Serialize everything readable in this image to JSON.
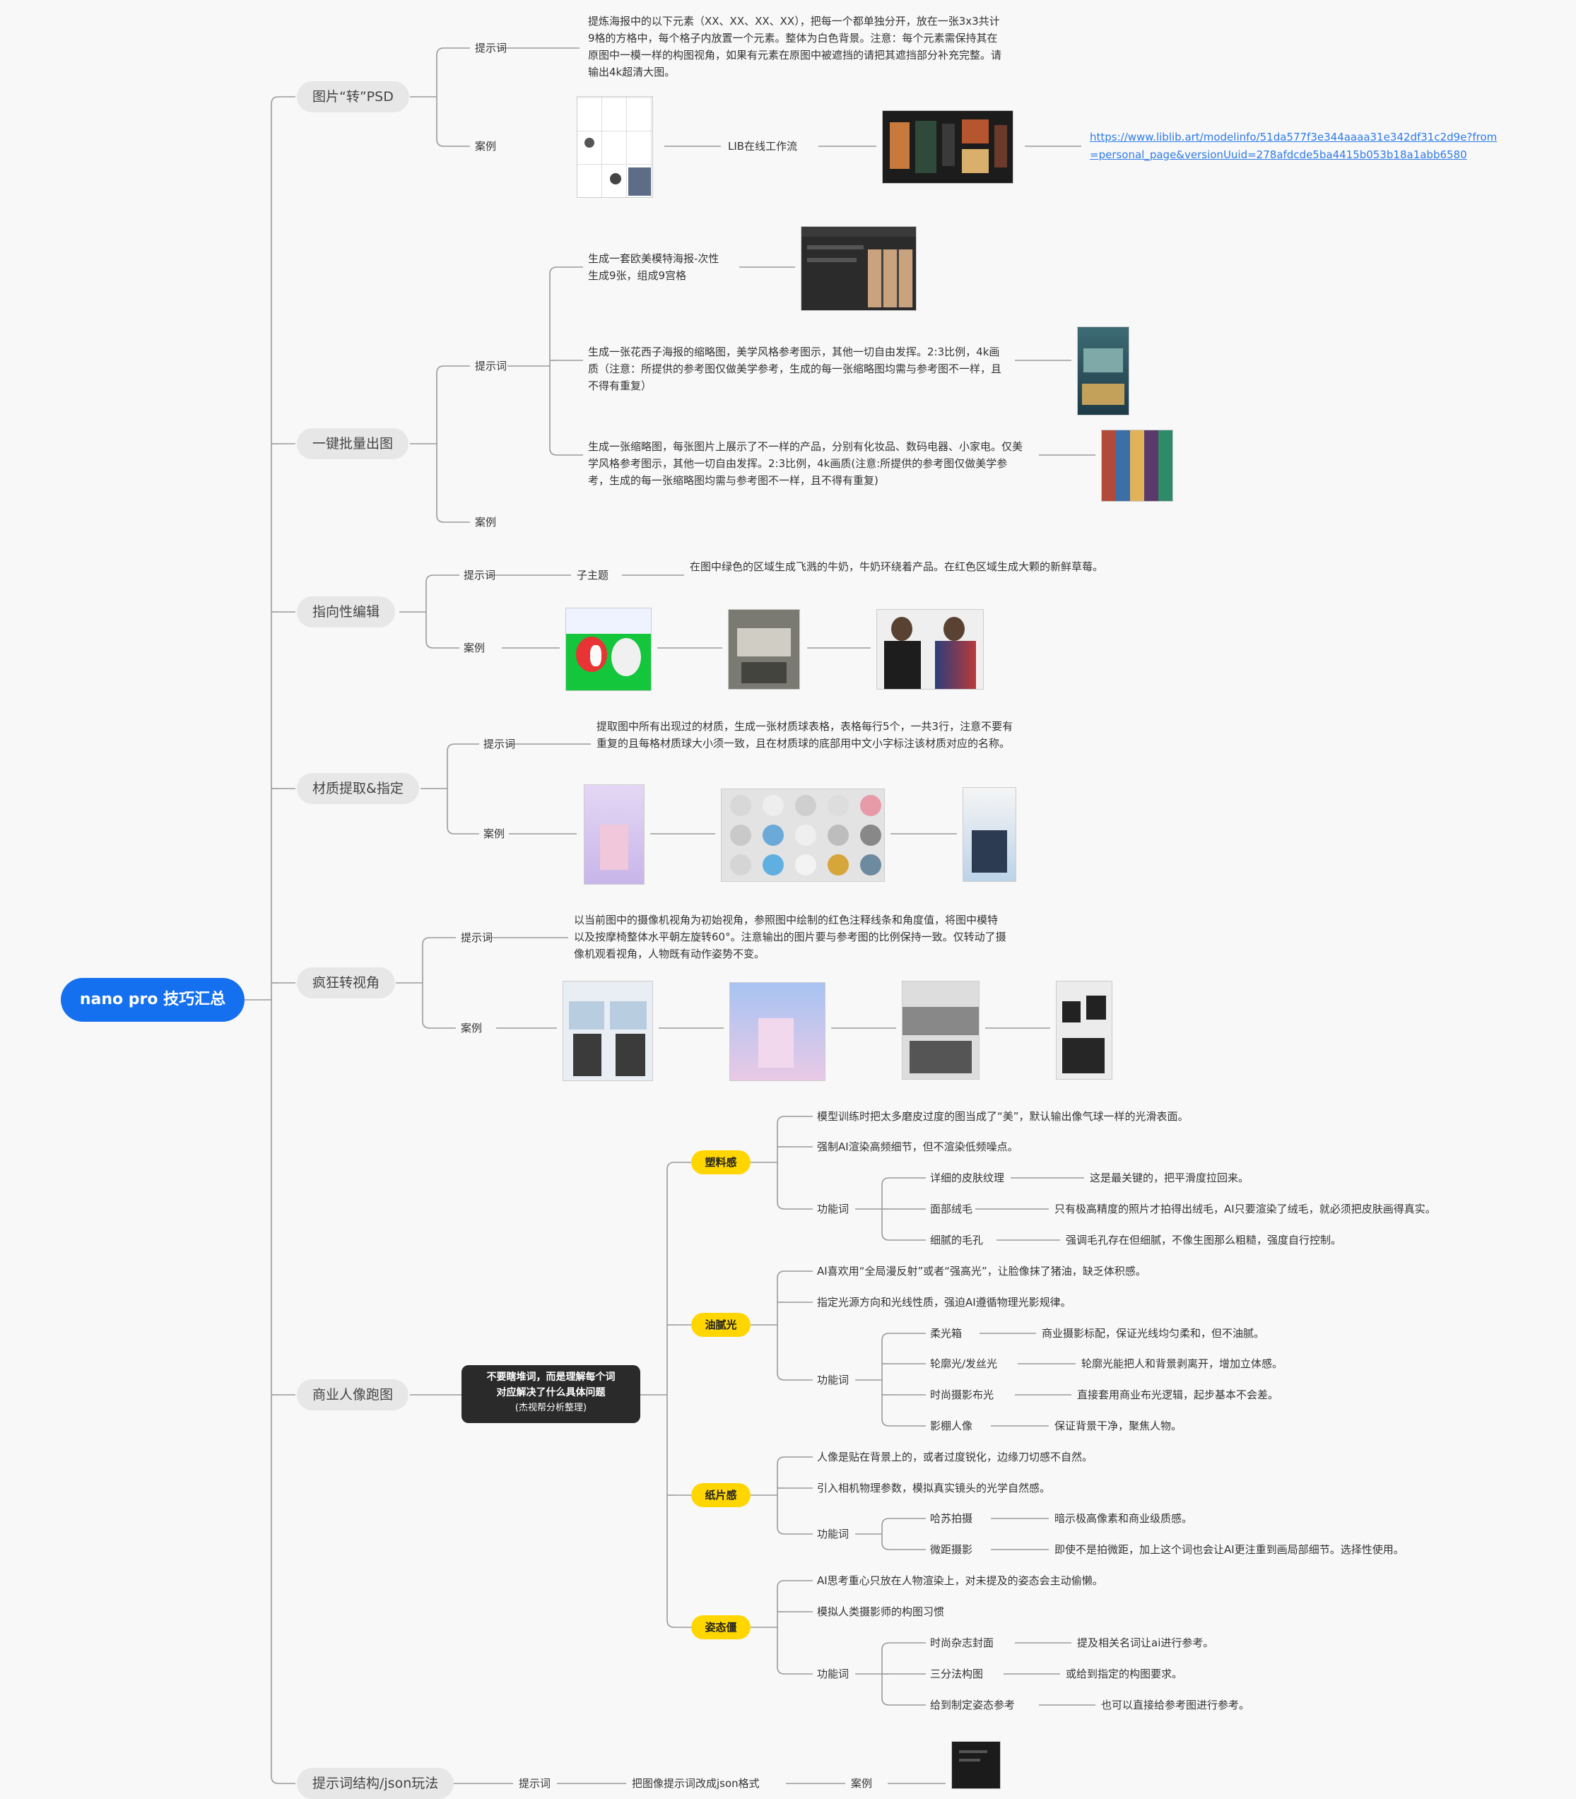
{
  "root": "nano pro 技巧汇总",
  "common": {
    "prompt": "提示词",
    "case": "案例",
    "func": "功能词"
  },
  "branches": {
    "b1": {
      "label": "图片“转”PSD",
      "prompt_text": "提炼海报中的以下元素（XX、XX、XX、XX），把每一个都单独分开，放在一张3x3共计9格的方格中，每个格子内放置一个元素。整体为白色背景。注意：每个元素需保持其在原图中一模一样的构图视角，如果有元素在原图中被遮挡的请把其遮挡部分补充完整。请输出4k超清大图。",
      "workflow": "LIB在线工作流",
      "link": "https://www.liblib.art/modelinfo/51da577f3e344aaaa31e342df31c2d9e?from=personal_page&versionUuid=278afdcde5ba4415b053b18a1abb6580"
    },
    "b2": {
      "label": "一键批量出图",
      "p1": "生成一套欧美模特海报-次性生成9张，组成9宫格",
      "p2": "生成一张花西子海报的缩略图，美学风格参考图示，其他一切自由发挥。2:3比例，4k画质（注意：所提供的参考图仅做美学参考，生成的每一张缩略图均需与参考图不一样，且不得有重复）",
      "p3": "生成一张缩略图，每张图片上展示了不一样的产品，分别有化妆品、数码电器、小家电。仅美学风格参考图示，其他一切自由发挥。2:3比例，4k画质(注意:所提供的参考图仅做美学参考，生成的每一张缩略图均需与参考图不一样，且不得有重复)"
    },
    "b3": {
      "label": "指向性编辑",
      "sub": "子主题",
      "prompt_text": "在图中绿色的区域生成飞溅的牛奶，牛奶环绕着产品。在红色区域生成大颗的新鲜草莓。"
    },
    "b4": {
      "label": "材质提取&指定",
      "prompt_text": "提取图中所有出现过的材质，生成一张材质球表格，表格每行5个，一共3行，注意不要有重复的且每格材质球大小须一致，且在材质球的底部用中文小字标注该材质对应的名称。"
    },
    "b5": {
      "label": "疯狂转视角",
      "prompt_text": "以当前图中的摄像机视角为初始视角，参照图中绘制的红色注释线条和角度值，将图中模特以及按摩椅整体水平朝左旋转60°。注意输出的图片要与参考图的比例保持一致。仅转动了摄像机观看视角，人物既有动作姿势不变。"
    },
    "b6": {
      "label": "商业人像跑图",
      "hub_l1": "不要瞎堆词，而是理解每个词",
      "hub_l2": "对应解决了什么具体问题",
      "hub_l3": "(杰视帮分析整理)",
      "c1": {
        "badge": "塑料感",
        "a": "模型训练时把太多磨皮过度的图当成了“美”，默认输出像气球一样的光滑表面。",
        "b": "强制AI渲染高频细节，但不渲染低频噪点。",
        "f": [
          {
            "k": "详细的皮肤纹理",
            "v": "这是最关键的，把平滑度拉回来。"
          },
          {
            "k": "面部绒毛",
            "v": "只有极高精度的照片才拍得出绒毛，AI只要渲染了绒毛，就必须把皮肤画得真实。"
          },
          {
            "k": "细腻的毛孔",
            "v": "强调毛孔存在但细腻，不像生图那么粗糙，强度自行控制。"
          }
        ]
      },
      "c2": {
        "badge": "油腻光",
        "a": "AI喜欢用“全局漫反射”或者“强高光”，让脸像抹了猪油，缺乏体积感。",
        "b": "指定光源方向和光线性质，强迫AI遵循物理光影规律。",
        "f": [
          {
            "k": "柔光箱",
            "v": "商业摄影标配，保证光线均匀柔和，但不油腻。"
          },
          {
            "k": "轮廓光/发丝光",
            "v": "轮廓光能把人和背景剥离开，增加立体感。"
          },
          {
            "k": "时尚摄影布光",
            "v": "直接套用商业布光逻辑，起步基本不会差。"
          },
          {
            "k": "影棚人像",
            "v": "保证背景干净，聚焦人物。"
          }
        ]
      },
      "c3": {
        "badge": "纸片感",
        "a": "人像是贴在背景上的，或者过度锐化，边缘刀切感不自然。",
        "b": "引入相机物理参数，模拟真实镜头的光学自然感。",
        "f": [
          {
            "k": "哈苏拍摄",
            "v": "暗示极高像素和商业级质感。"
          },
          {
            "k": "微距摄影",
            "v": "即使不是拍微距，加上这个词也会让AI更注重到画局部细节。选择性使用。"
          }
        ]
      },
      "c4": {
        "badge": "姿态僵",
        "a": "AI思考重心只放在人物渲染上，对未提及的姿态会主动偷懒。",
        "b": "模拟人类摄影师的构图习惯",
        "f": [
          {
            "k": "时尚杂志封面",
            "v": "提及相关名词让ai进行参考。"
          },
          {
            "k": "三分法构图",
            "v": "或给到指定的构图要求。"
          },
          {
            "k": "给到制定姿态参考",
            "v": "也可以直接给参考图进行参考。"
          }
        ]
      }
    },
    "b7": {
      "label": "提示词结构/json玩法",
      "sub": "把图像提示词改成json格式"
    }
  }
}
